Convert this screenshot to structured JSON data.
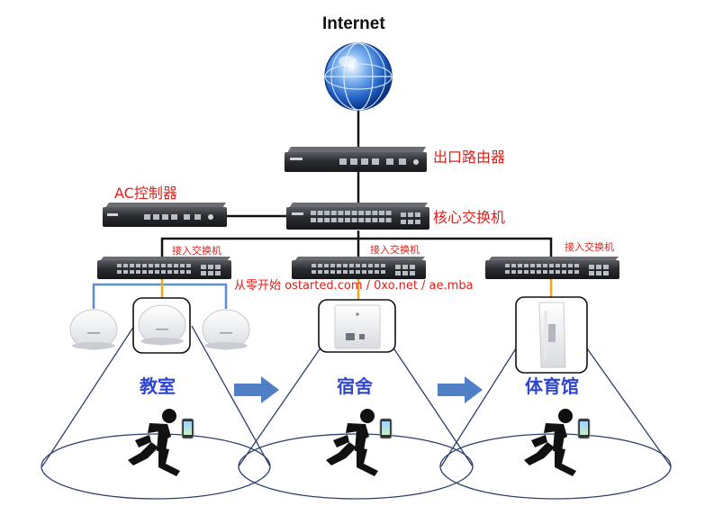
{
  "title": "Internet",
  "labels": {
    "router": "出口路由器",
    "ac": "AC控制器",
    "core": "核心交换机",
    "access1": "接入交换机",
    "access2": "接入交换机",
    "access3": "接入交换机",
    "watermark": "从零开始 ostarted.com / 0xo.net / ae.mba"
  },
  "zones": [
    "教室",
    "宿舍",
    "体育馆"
  ],
  "colors": {
    "zone_text": "#2f45d4",
    "device_label": "#e0201b",
    "arrow": "#4f7fc4",
    "ap_uplink": "#f2a81d",
    "wireless_link": "#5b8ed8",
    "coverage": "#2c3f6c"
  },
  "icons": [
    "globe-icon",
    "router-device",
    "ac-controller-device",
    "core-switch-device",
    "access-switch-device",
    "ceiling-ap-icon",
    "wall-panel-ap-icon",
    "outdoor-ap-icon",
    "runner-with-phone-icon",
    "arrow-right-icon"
  ]
}
